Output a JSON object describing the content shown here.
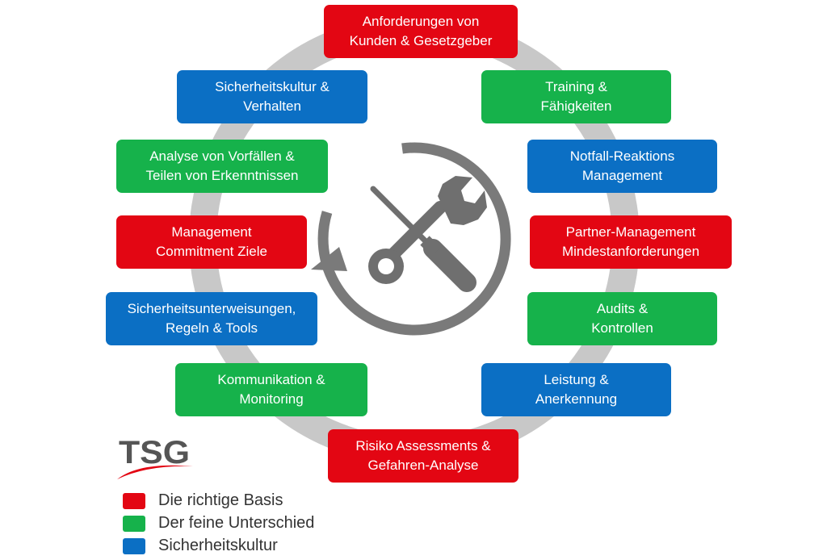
{
  "colors": {
    "red": "#e30613",
    "green": "#16b24b",
    "blue": "#0b6fc4",
    "ring": "#c8c8c8",
    "icon": "#6f6f6f"
  },
  "center_icon": "wrench-screwdriver-icon",
  "boxes": [
    {
      "id": "anforderungen",
      "color": "red",
      "lines": [
        "Anforderungen von",
        "Kunden & Gesetzgeber"
      ]
    },
    {
      "id": "training",
      "color": "green",
      "lines": [
        "Training &",
        "Fähigkeiten"
      ]
    },
    {
      "id": "notfall",
      "color": "blue",
      "lines": [
        "Notfall-Reaktions",
        "Management"
      ]
    },
    {
      "id": "partner",
      "color": "red",
      "lines": [
        "Partner-Management",
        "Mindestanforderungen"
      ]
    },
    {
      "id": "audits",
      "color": "green",
      "lines": [
        "Audits &",
        "Kontrollen"
      ]
    },
    {
      "id": "leistung",
      "color": "blue",
      "lines": [
        "Leistung &",
        "Anerkennung"
      ]
    },
    {
      "id": "risiko",
      "color": "red",
      "lines": [
        "Risiko Assessments &",
        "Gefahren-Analyse"
      ]
    },
    {
      "id": "kommunikation",
      "color": "green",
      "lines": [
        "Kommunikation &",
        "Monitoring"
      ]
    },
    {
      "id": "unterweisungen",
      "color": "blue",
      "lines": [
        "Sicherheitsunterweisungen,",
        "Regeln & Tools"
      ]
    },
    {
      "id": "commitment",
      "color": "red",
      "lines": [
        "Management",
        "Commitment Ziele"
      ]
    },
    {
      "id": "vorfaelle",
      "color": "green",
      "lines": [
        "Analyse von Vorfällen &",
        "Teilen von Erkenntnissen"
      ]
    },
    {
      "id": "sicherheitskultur",
      "color": "blue",
      "lines": [
        "Sicherheitskultur &",
        "Verhalten"
      ]
    }
  ],
  "logo": {
    "text": "TSG",
    "text_color": "#555555",
    "swoosh_color": "#e30613"
  },
  "legend": [
    {
      "color": "red",
      "label": "Die richtige Basis"
    },
    {
      "color": "green",
      "label": "Der feine Unterschied"
    },
    {
      "color": "blue",
      "label": "Sicherheitskultur"
    }
  ]
}
